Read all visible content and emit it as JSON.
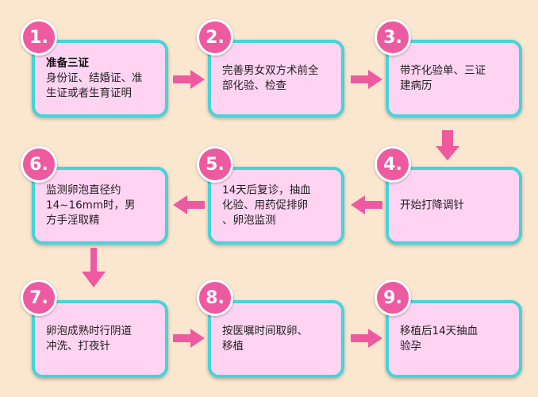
{
  "colors": {
    "background": "#fbe7cf",
    "box_fill": "#ffd3f2",
    "box_border": "#46d4da",
    "badge": "#ee5aa0",
    "arrow": "#ee5aa0"
  },
  "steps": [
    {
      "number": "1.",
      "title": "准备三证",
      "lines": [
        "身份证、结婚证、准",
        "生证或者生育证明"
      ]
    },
    {
      "number": "2.",
      "title": "",
      "lines": [
        "完善男女双方术前全",
        "部化验、检查"
      ]
    },
    {
      "number": "3.",
      "title": "",
      "lines": [
        "带齐化验单、三证",
        "建病历"
      ]
    },
    {
      "number": "4.",
      "title": "",
      "lines": [
        "开始打降调针"
      ]
    },
    {
      "number": "5.",
      "title": "",
      "lines": [
        "14天后复诊，抽血",
        "化验、用药促排卵",
        "、卵泡监测"
      ]
    },
    {
      "number": "6.",
      "title": "",
      "lines": [
        "监测卵泡直径约",
        "14~16mm时，男",
        "方手淫取精"
      ]
    },
    {
      "number": "7.",
      "title": "",
      "lines": [
        "卵泡成熟时行阴道",
        "冲洗、打夜针"
      ]
    },
    {
      "number": "8.",
      "title": "",
      "lines": [
        "按医嘱时间取卵、",
        "移植"
      ]
    },
    {
      "number": "9.",
      "title": "",
      "lines": [
        "移植后14天抽血",
        "验孕"
      ]
    }
  ]
}
